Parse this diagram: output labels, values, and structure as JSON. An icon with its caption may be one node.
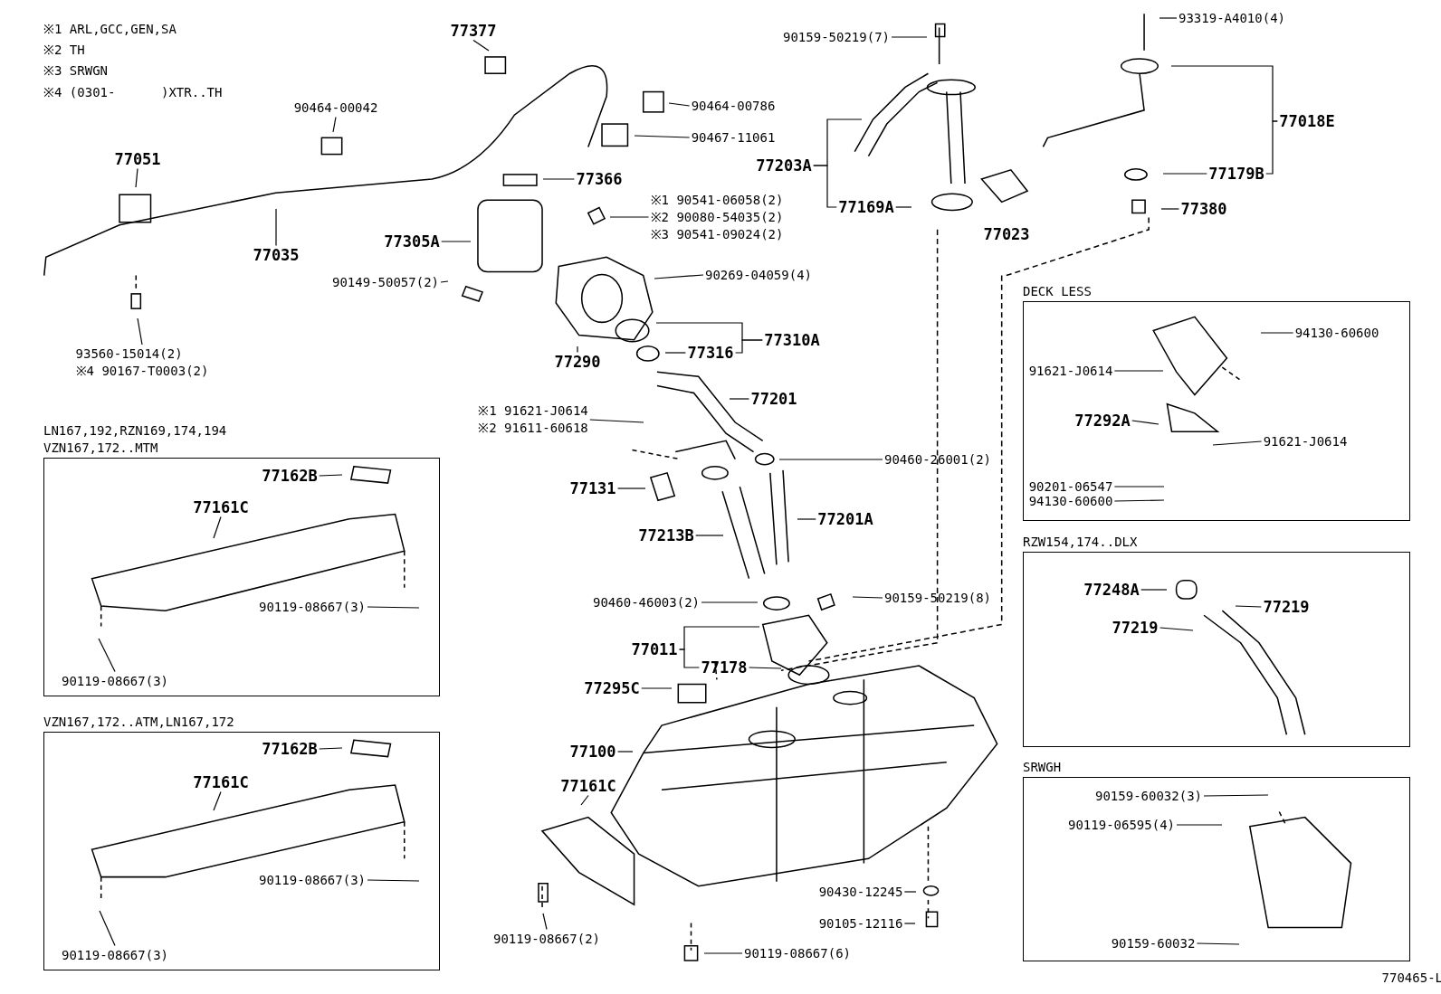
{
  "diagram": {
    "nodes": [
      {
        "text": [
          "77377"
        ]
      },
      {
        "text": [
          "90464-00786"
        ]
      },
      {
        "text": [
          "90467-11061"
        ]
      },
      {
        "text": [
          "90464-00042"
        ]
      },
      {
        "text": [
          "77051"
        ]
      },
      {
        "text": [
          "77035"
        ]
      },
      {
        "text": [
          "77366"
        ]
      },
      {
        "text": [
          "77305A"
        ]
      },
      {
        "text": [
          "※1 90541-06058(2)",
          "※2 90080-54035(2)",
          "※3 90541-09024(2)"
        ]
      },
      {
        "text": [
          "90149-50057(2)"
        ]
      },
      {
        "text": [
          "90269-04059(4)"
        ]
      },
      {
        "text": [
          "93560-15014(2)",
          "※4 90167-T0003(2)"
        ]
      },
      {
        "text": [
          "77290"
        ]
      },
      {
        "text": [
          "77316"
        ]
      },
      {
        "text": [
          "77310A"
        ]
      },
      {
        "text": [
          "77201"
        ]
      },
      {
        "text": [
          "※1 91621-J0614",
          "※2 91611-60618"
        ]
      },
      {
        "text": [
          "90460-26001(2)"
        ]
      },
      {
        "text": [
          "77131"
        ]
      },
      {
        "text": [
          "77213B"
        ]
      },
      {
        "text": [
          "77201A"
        ]
      },
      {
        "text": [
          "90460-46003(2)"
        ]
      },
      {
        "text": [
          "90159-50219(8)"
        ]
      },
      {
        "text": [
          "77011"
        ]
      },
      {
        "text": [
          "77178"
        ]
      },
      {
        "text": [
          "77295C"
        ]
      },
      {
        "text": [
          "77100"
        ]
      },
      {
        "text": [
          "77161C"
        ]
      },
      {
        "text": [
          "90119-08667(2)"
        ]
      },
      {
        "text": [
          "90119-08667(6)"
        ]
      },
      {
        "text": [
          "90430-12245"
        ]
      },
      {
        "text": [
          "90105-12116"
        ]
      },
      {
        "text": [
          "90159-50219(7)"
        ]
      },
      {
        "text": [
          "77203A"
        ]
      },
      {
        "text": [
          "77169A"
        ]
      },
      {
        "text": [
          "77023"
        ]
      },
      {
        "text": [
          "93319-A4010(4)"
        ]
      },
      {
        "text": [
          "77018E"
        ]
      },
      {
        "text": [
          "77179B"
        ]
      },
      {
        "text": [
          "77380"
        ]
      },
      {
        "text": [
          "LN167,192,RZN169,174,194",
          "VZN167,172..MTM"
        ]
      },
      {
        "text": [
          "77162B"
        ],
        "in": 40
      },
      {
        "text": [
          "77161C"
        ],
        "in": 40
      },
      {
        "text": [
          "90119-08667(3)"
        ],
        "in": 40
      },
      {
        "text": [
          "90119-08667(3)"
        ],
        "in": 40
      },
      {
        "text": [
          "VZN167,172..ATM,LN167,172"
        ]
      },
      {
        "text": [
          "77162B"
        ],
        "in": 45
      },
      {
        "text": [
          "77161C"
        ],
        "in": 45
      },
      {
        "text": [
          "90119-08667(3)"
        ],
        "in": 45
      },
      {
        "text": [
          "90119-08667(3)"
        ],
        "in": 45
      },
      {
        "text": [
          "DECK LESS"
        ]
      },
      {
        "text": [
          "94130-60600"
        ],
        "in": 50
      },
      {
        "text": [
          "91621-J0614"
        ],
        "in": 50
      },
      {
        "text": [
          "77292A"
        ],
        "in": 50
      },
      {
        "text": [
          "91621-J0614"
        ],
        "in": 50
      },
      {
        "text": [
          "90201-06547"
        ],
        "in": 50
      },
      {
        "text": [
          "94130-60600"
        ],
        "in": 50
      },
      {
        "text": [
          "RZW154,174..DLX"
        ]
      },
      {
        "text": [
          "77248A"
        ],
        "in": 57
      },
      {
        "text": [
          "77219"
        ],
        "in": 57
      },
      {
        "text": [
          "77219"
        ],
        "in": 57
      },
      {
        "text": [
          "SRWGH"
        ]
      },
      {
        "text": [
          "90159-60032(3)"
        ],
        "in": 61
      },
      {
        "text": [
          "90119-06595(4)"
        ],
        "in": 61
      },
      {
        "text": [
          "90159-60032"
        ],
        "in": 61
      }
    ],
    "edges": [
      {
        "from": 0,
        "to": null,
        "arrow": "none"
      },
      {
        "from": 1,
        "to": null,
        "arrow": "none"
      },
      {
        "from": 2,
        "to": null,
        "arrow": "none"
      },
      {
        "from": 3,
        "to": null,
        "arrow": "none"
      },
      {
        "from": 4,
        "to": null,
        "arrow": "none"
      },
      {
        "from": 5,
        "to": null,
        "arrow": "none"
      },
      {
        "from": 6,
        "to": null,
        "arrow": "none"
      },
      {
        "from": 7,
        "to": null,
        "arrow": "none"
      },
      {
        "from": 8,
        "to": null,
        "arrow": "none"
      },
      {
        "from": 9,
        "to": null,
        "arrow": "none"
      },
      {
        "from": 10,
        "to": null,
        "arrow": "none"
      },
      {
        "from": 11,
        "to": null,
        "arrow": "none"
      },
      {
        "from": 12,
        "to": null,
        "arrow": "none"
      },
      {
        "from": 13,
        "to": null,
        "arrow": "none"
      },
      {
        "from": 14,
        "to": null,
        "arrow": "none"
      },
      {
        "from": 14,
        "to": 13,
        "arrow": "none"
      },
      {
        "from": 15,
        "to": null,
        "arrow": "none"
      },
      {
        "from": 16,
        "to": null,
        "arrow": "none"
      },
      {
        "from": 17,
        "to": null,
        "arrow": "none"
      },
      {
        "from": 18,
        "to": null,
        "arrow": "none"
      },
      {
        "from": 19,
        "to": null,
        "arrow": "none"
      },
      {
        "from": 20,
        "to": null,
        "arrow": "none"
      },
      {
        "from": 21,
        "to": null,
        "arrow": "none"
      },
      {
        "from": 22,
        "to": null,
        "arrow": "none"
      },
      {
        "from": 23,
        "to": null,
        "arrow": "none"
      },
      {
        "from": 23,
        "to": 24,
        "arrow": "none"
      },
      {
        "from": 24,
        "to": null,
        "arrow": "none"
      },
      {
        "from": 25,
        "to": null,
        "arrow": "none"
      },
      {
        "from": 26,
        "to": null,
        "arrow": "none"
      },
      {
        "from": 27,
        "to": null,
        "arrow": "none"
      },
      {
        "from": 28,
        "to": null,
        "arrow": "none"
      },
      {
        "from": 29,
        "to": null,
        "arrow": "none"
      },
      {
        "from": 30,
        "to": null,
        "arrow": "none"
      },
      {
        "from": 31,
        "to": null,
        "arrow": "none"
      },
      {
        "from": 32,
        "to": null,
        "arrow": "none"
      },
      {
        "from": 33,
        "to": null,
        "arrow": "none"
      },
      {
        "from": 33,
        "to": 34,
        "arrow": "none"
      },
      {
        "from": 34,
        "to": null,
        "arrow": "none"
      },
      {
        "from": 36,
        "to": null,
        "arrow": "none"
      },
      {
        "from": 37,
        "to": null,
        "arrow": "none"
      },
      {
        "from": 37,
        "to": 38,
        "arrow": "none"
      },
      {
        "from": 38,
        "to": null,
        "arrow": "none"
      },
      {
        "from": 39,
        "to": null,
        "arrow": "none"
      },
      {
        "from": 41,
        "to": null,
        "arrow": "none"
      },
      {
        "from": 42,
        "to": null,
        "arrow": "none"
      },
      {
        "from": 43,
        "to": null,
        "arrow": "none"
      },
      {
        "from": 44,
        "to": null,
        "arrow": "none"
      },
      {
        "from": 46,
        "to": null,
        "arrow": "none"
      },
      {
        "from": 47,
        "to": null,
        "arrow": "none"
      },
      {
        "from": 48,
        "to": null,
        "arrow": "none"
      },
      {
        "from": 49,
        "to": null,
        "arrow": "none"
      },
      {
        "from": 51,
        "to": null,
        "arrow": "none"
      },
      {
        "from": 52,
        "to": null,
        "arrow": "none"
      },
      {
        "from": 53,
        "to": null,
        "arrow": "none"
      },
      {
        "from": 54,
        "to": null,
        "arrow": "none"
      },
      {
        "from": 55,
        "to": null,
        "arrow": "none"
      },
      {
        "from": 56,
        "to": null,
        "arrow": "none"
      },
      {
        "from": 58,
        "to": null,
        "arrow": "none"
      },
      {
        "from": 59,
        "to": null,
        "arrow": "none"
      },
      {
        "from": 60,
        "to": null,
        "arrow": "none"
      },
      {
        "from": 62,
        "to": null,
        "arrow": "none"
      },
      {
        "from": 63,
        "to": null,
        "arrow": "none"
      },
      {
        "from": 64,
        "to": null,
        "arrow": "none"
      }
    ],
    "labels": [
      "※1 ARL,GCC,GEN,SA",
      "※2 TH",
      "※3 SRWGN",
      "※4 (0301-      )XTR..TH",
      "770465-L"
    ]
  }
}
